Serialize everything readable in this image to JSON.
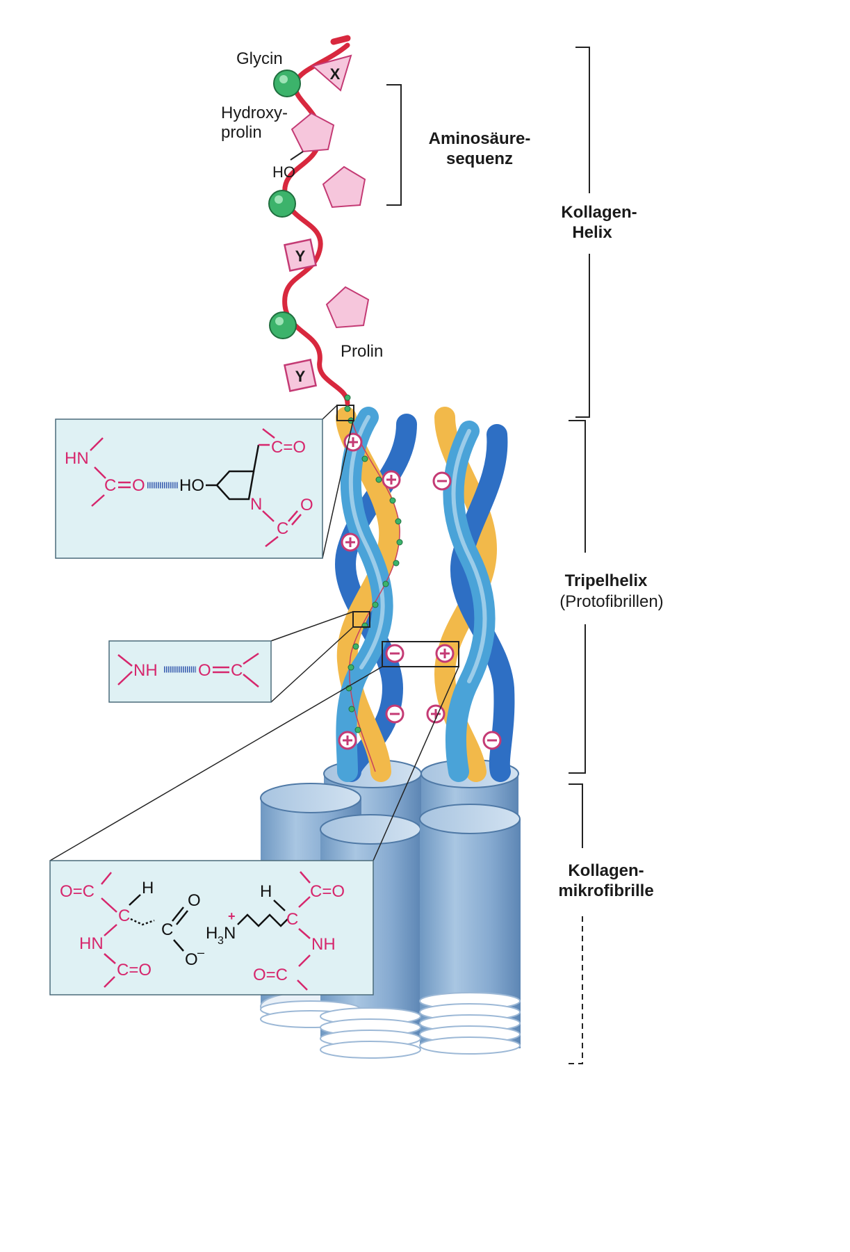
{
  "labels": {
    "glycin": "Glycin",
    "hydroxy_line1": "Hydroxy-",
    "hydroxy_line2": "prolin",
    "ho": "HO",
    "x": "X",
    "y_upper": "Y",
    "y_lower": "Y",
    "prolin": "Prolin",
    "aminosaeure_line1": "Aminosäure-",
    "aminosaeure_line2": "sequenz",
    "kollagen_helix_line1": "Kollagen-",
    "kollagen_helix_line2": "Helix",
    "tripelhelix_line1": "Tripelhelix",
    "tripelhelix_line2": "(Protofibrillen)",
    "mikrofibrille_line1": "Kollagen-",
    "mikrofibrille_line2": "mikrofibrille"
  },
  "box1": {
    "hn": "HN",
    "c_left": "C",
    "o_left": "O",
    "ho": "HO",
    "c_o_top": "C=O",
    "n": "N",
    "c_o_bottom_c": "C",
    "c_o_bottom_o": "O"
  },
  "box2": {
    "nh": "NH",
    "o": "O",
    "c": "C"
  },
  "box3": {
    "left_o_c_top": "O=C",
    "left_h": "H",
    "left_c": "C",
    "left_hn": "HN",
    "left_c_o_bottom": "C=O",
    "carboxyl_c": "C",
    "carboxyl_o": "O",
    "carboxyl_o_minus": "O",
    "minus": "–",
    "h3n": "H",
    "h3n_sub": "3",
    "h3n_n": "N",
    "plus": "+",
    "right_h": "H",
    "right_c_o_top": "C=O",
    "right_c": "C",
    "right_nh": "NH",
    "right_o_c_bottom": "O=C"
  },
  "colors": {
    "magenta": "#d6266c",
    "chain_red": "#d8283e",
    "glycine_green": "#3cb36b",
    "blue_strand": "#4aa3d8",
    "dark_blue_strand": "#2e6fc4",
    "gold_strand": "#f2b94a",
    "box_fill": "#dff1f4"
  }
}
